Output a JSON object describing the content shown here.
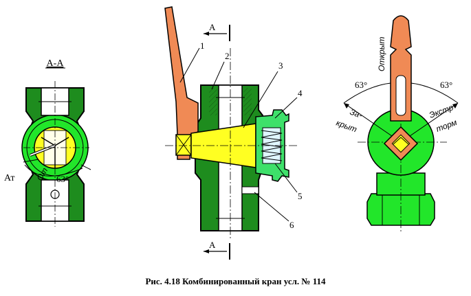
{
  "section_label": "А-А",
  "cut_label_top": "А",
  "cut_label_bottom": "А",
  "callouts": [
    "1",
    "2",
    "3",
    "4",
    "5",
    "6"
  ],
  "left_view": {
    "at_label": "Ат",
    "angle_label": "63°",
    "open_mark": "От"
  },
  "right_view": {
    "open_label": "Открыт",
    "closed_label_1": "За-",
    "closed_label_2": "крыт",
    "atm_label_1": "Экстр",
    "atm_label_2": "торм",
    "angle_left": "63°",
    "angle_right": "63°"
  },
  "caption": "Рис. 4.18  Комбинированный кран усл. № 114",
  "colors": {
    "body_dark": "#1e8c1e",
    "body_light": "#22e62a",
    "handle": "#f08a55",
    "plug": "#ffff22",
    "spring_cap": "#3ee06a",
    "outline": "#000000"
  }
}
